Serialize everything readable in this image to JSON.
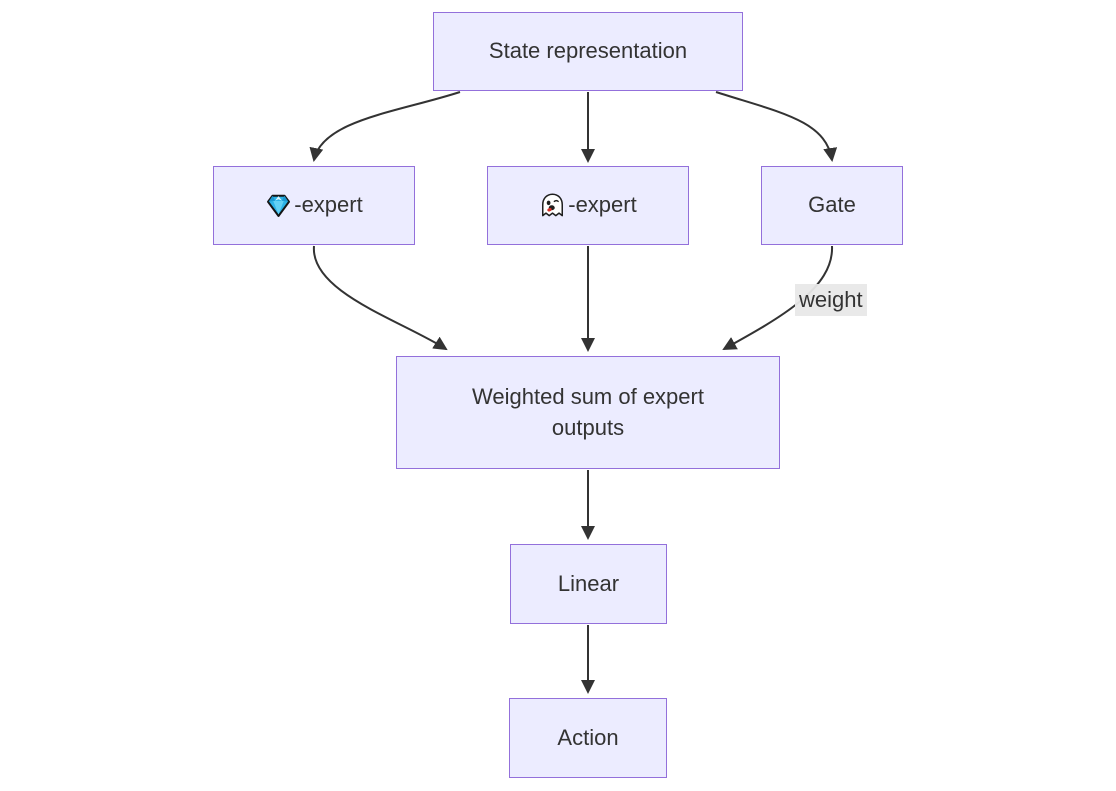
{
  "diagram": {
    "type": "flowchart",
    "direction": "top-down",
    "colors": {
      "background": "#ffffff",
      "node_fill": "#ECECFF",
      "node_border": "#9370DB",
      "text": "#333333",
      "edge": "#333333",
      "edge_label_bg": "#e8e8e8"
    },
    "nodes": {
      "state": {
        "label": "State representation"
      },
      "gem_expert": {
        "icon": "gem-icon",
        "label": "-expert"
      },
      "ghost_expert": {
        "icon": "ghost-icon",
        "label": "-expert"
      },
      "gate": {
        "label": "Gate"
      },
      "weighted_sum": {
        "label": "Weighted sum of expert outputs"
      },
      "linear": {
        "label": "Linear"
      },
      "action": {
        "label": "Action"
      }
    },
    "edges": [
      {
        "from": "state",
        "to": "gem_expert"
      },
      {
        "from": "state",
        "to": "ghost_expert"
      },
      {
        "from": "state",
        "to": "gate"
      },
      {
        "from": "gem_expert",
        "to": "weighted_sum"
      },
      {
        "from": "ghost_expert",
        "to": "weighted_sum"
      },
      {
        "from": "gate",
        "to": "weighted_sum",
        "label": "weight"
      },
      {
        "from": "weighted_sum",
        "to": "linear"
      },
      {
        "from": "linear",
        "to": "action"
      }
    ]
  }
}
